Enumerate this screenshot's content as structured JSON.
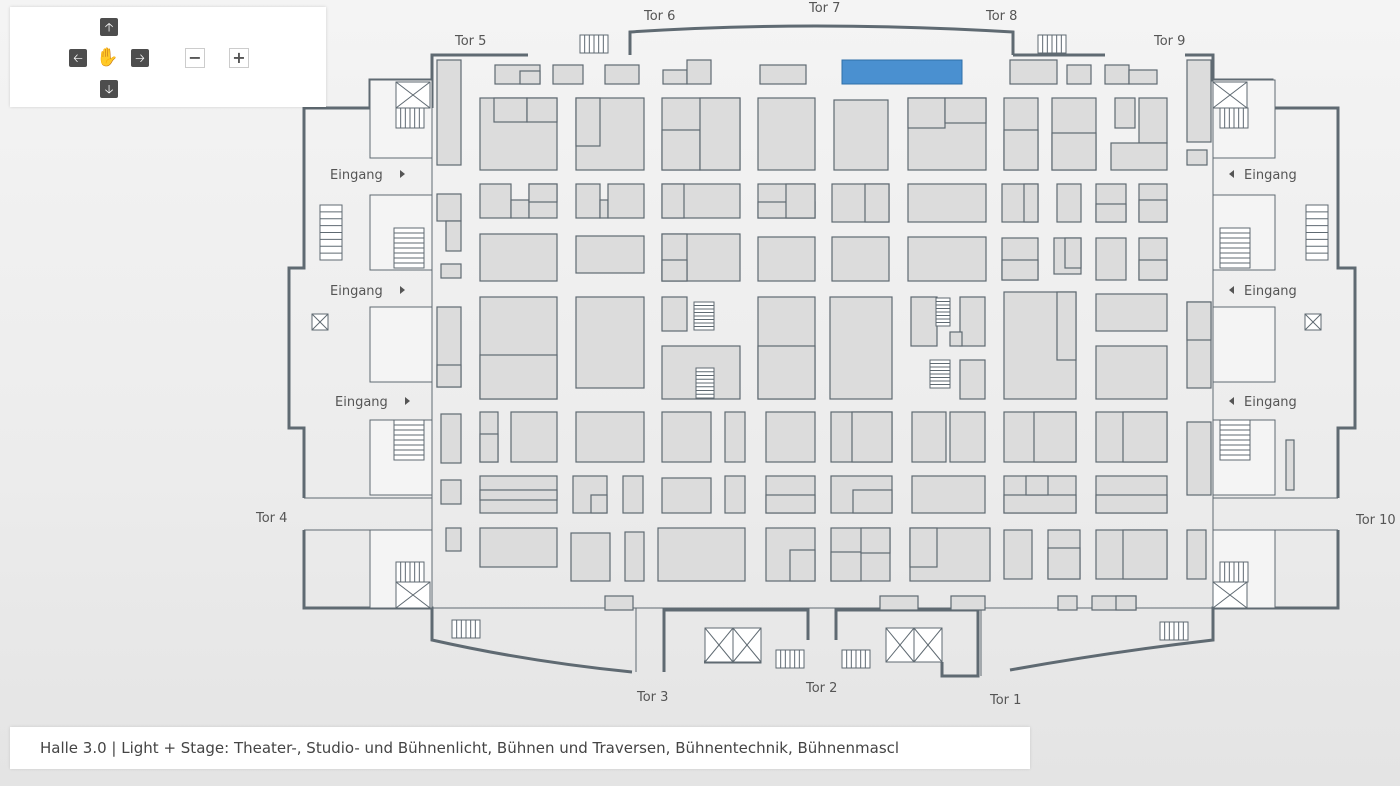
{
  "controls": {
    "pan_up": "🡡",
    "pan_down": "🡣",
    "pan_left": "🡠",
    "pan_right": "🡢",
    "pan_hand": "✋",
    "zoom_out": "−",
    "zoom_in": "+"
  },
  "gates": [
    "Tor 1",
    "Tor 2",
    "Tor 3",
    "Tor 4",
    "Tor 5",
    "Tor 6",
    "Tor 7",
    "Tor 8",
    "Tor 9",
    "Tor 10"
  ],
  "entrance_label": "Eingang",
  "caption": "Halle 3.0 | Light + Stage: Theater-, Studio- und Bühnenlicht, Bühnen und Traversen, Bühnentechnik, Bühnenmascl",
  "colors": {
    "booth": "#dcdcdc",
    "booth_stroke": "#5f6a72",
    "wall": "#5f6a72",
    "highlight": "#4a90d0"
  }
}
